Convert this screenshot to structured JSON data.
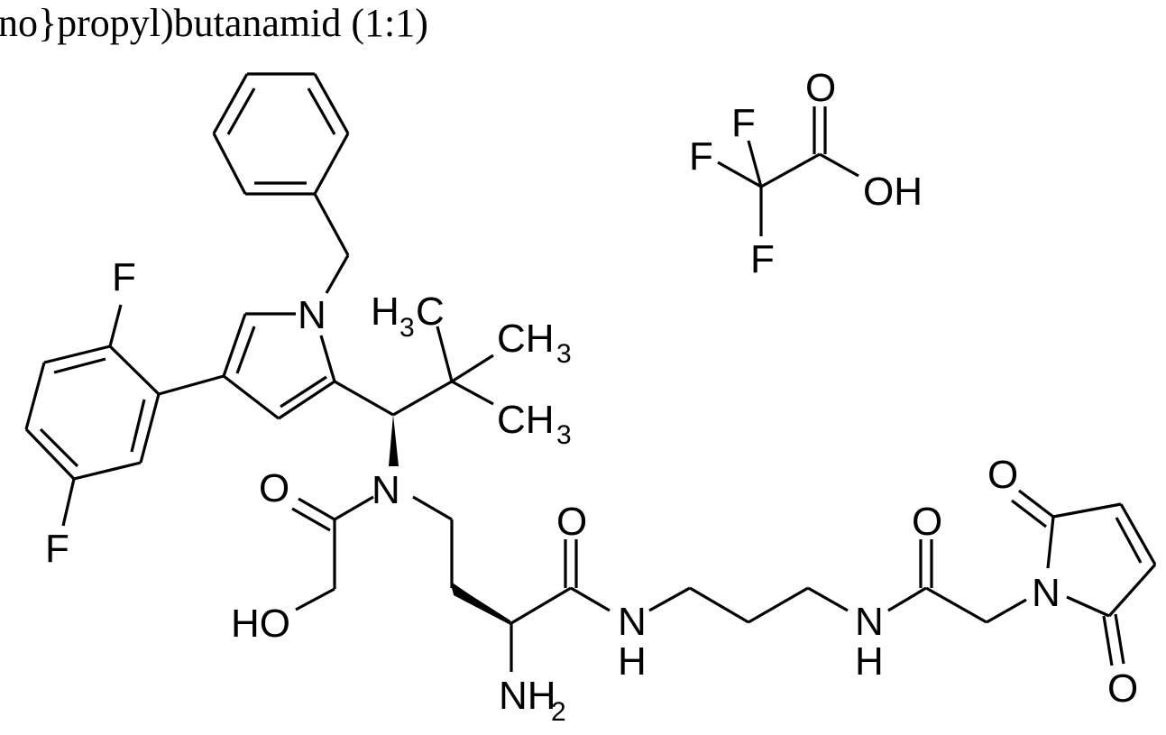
{
  "caption": "no}propyl)butanamid (1:1)",
  "molecule": {
    "atoms": {
      "f_top": "F",
      "f_bottom": "F",
      "pyrrole_n": "N",
      "amide_n": "N",
      "amide_o": "O",
      "ho": "HO",
      "tbu_h3c": "H",
      "tbu_h3c_sub": "3",
      "tbu_h3c_c": "C",
      "tbu_ch3_top": "CH",
      "tbu_ch3_top_sub": "3",
      "tbu_ch3_bottom": "CH",
      "tbu_ch3_bottom_sub": "3",
      "amide2_o": "O",
      "nh2_n": "NH",
      "nh2_sub": "2",
      "nh1_n": "N",
      "nh1_h": "H",
      "nh2b_n": "N",
      "nh2b_h": "H",
      "amide3_o": "O",
      "maleimide_n": "N",
      "maleimide_o_top": "O",
      "maleimide_o_bottom": "O"
    }
  },
  "counterion": {
    "name": "trifluoroacetic acid",
    "atoms": {
      "f1": "F",
      "f2": "F",
      "f3": "F",
      "o": "O",
      "oh": "OH"
    }
  },
  "stoichiometry": "1:1"
}
